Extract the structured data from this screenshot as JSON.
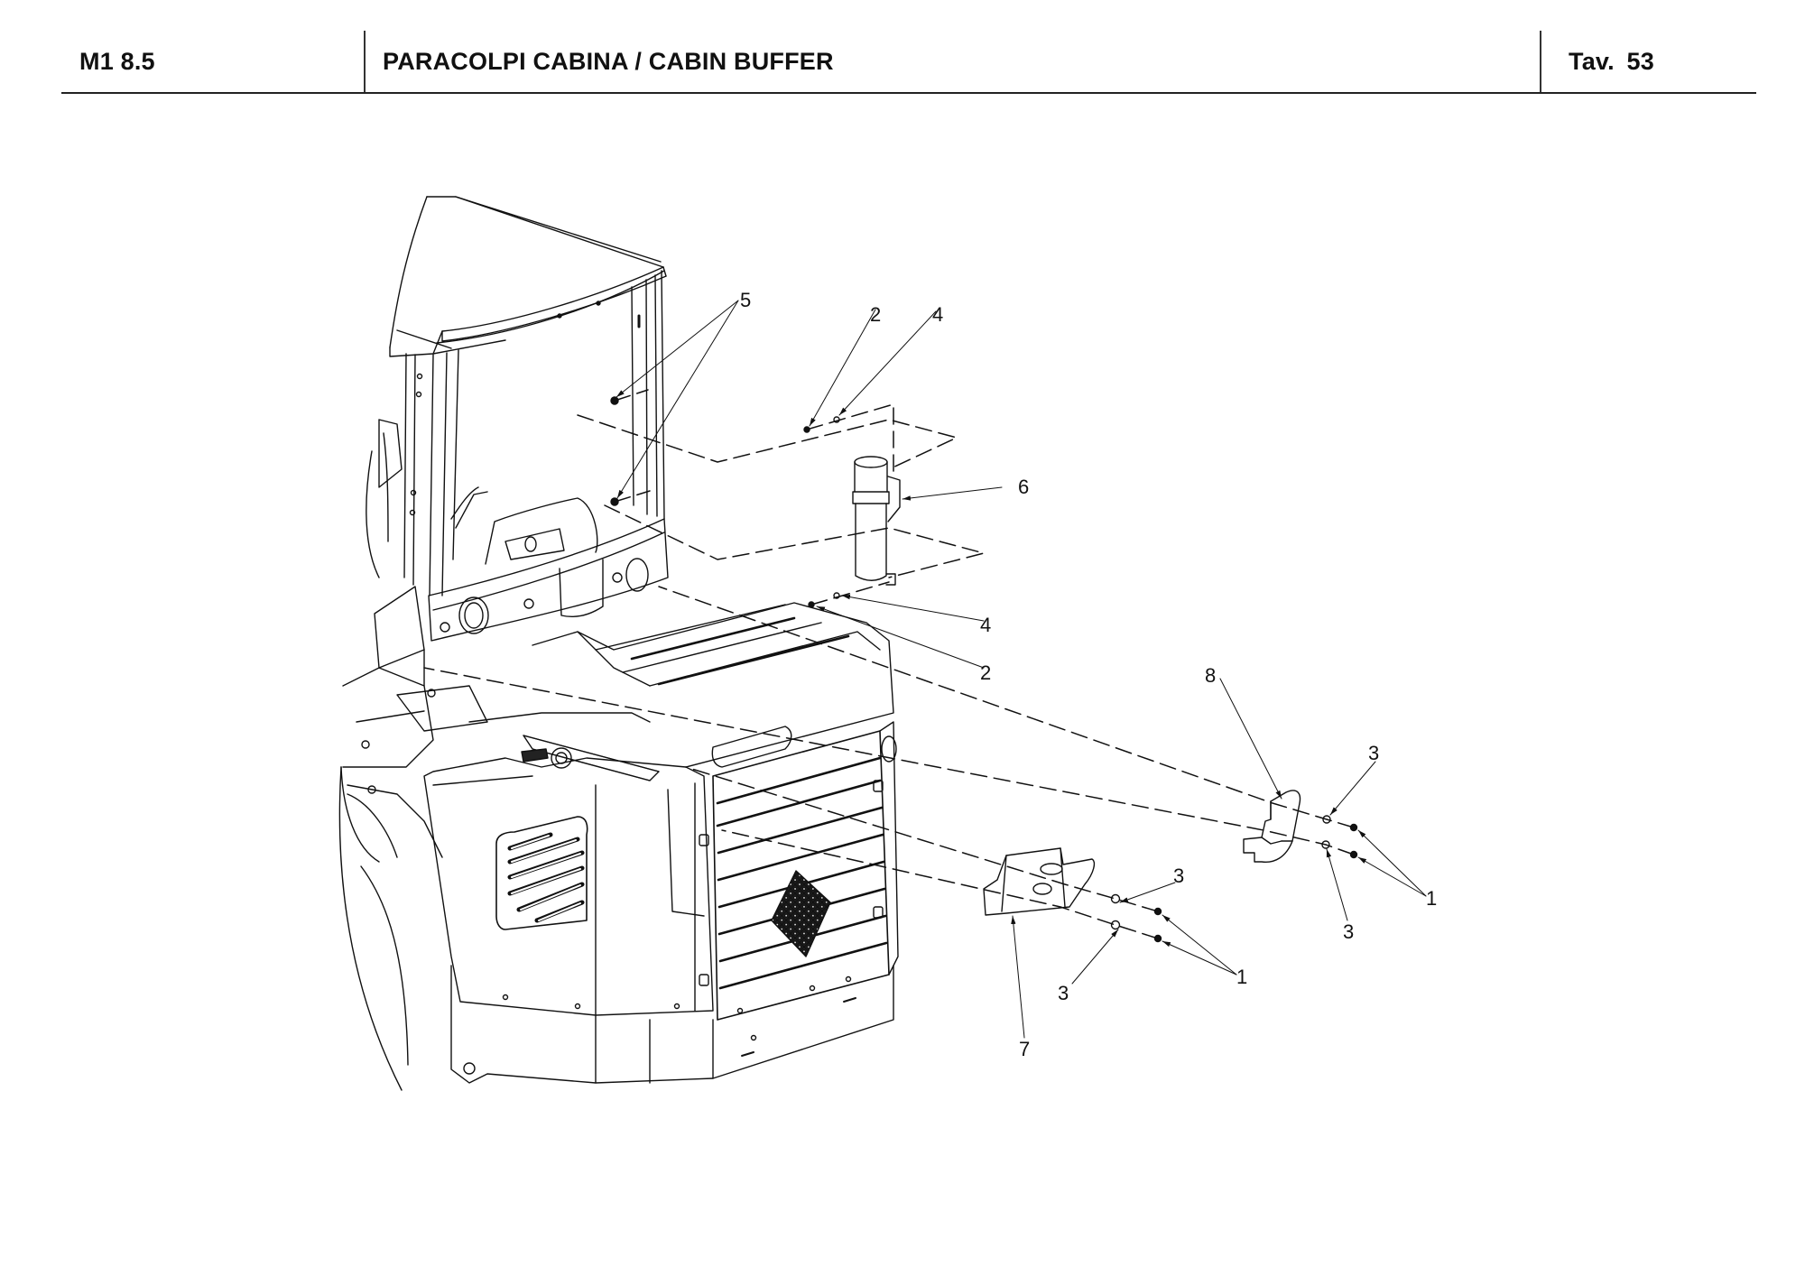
{
  "header": {
    "model_code": "M1 8.5",
    "title": "PARACOLPI CABINA / CABIN BUFFER",
    "table_label": "Tav.  53"
  },
  "diagram": {
    "type": "exploded-parts-view",
    "subject": "cabin buffer assembly",
    "line_color": "#111111",
    "background": "#ffffff",
    "callouts": [
      {
        "id": "callout-5",
        "label": "5",
        "part": "cabin mount fastener"
      },
      {
        "id": "callout-2-top",
        "label": "2",
        "part": "screw"
      },
      {
        "id": "callout-4-top",
        "label": "4",
        "part": "washer"
      },
      {
        "id": "callout-6",
        "label": "6",
        "part": "cylindrical holder with bracket"
      },
      {
        "id": "callout-4-bottom",
        "label": "4",
        "part": "washer"
      },
      {
        "id": "callout-2-bottom",
        "label": "2",
        "part": "screw"
      },
      {
        "id": "callout-8",
        "label": "8",
        "part": "right cabin buffer"
      },
      {
        "id": "callout-3-right-top",
        "label": "3",
        "part": "washer"
      },
      {
        "id": "callout-3-right-bottom",
        "label": "3",
        "part": "washer"
      },
      {
        "id": "callout-1-right",
        "label": "1",
        "part": "bolt"
      },
      {
        "id": "callout-3-left-top",
        "label": "3",
        "part": "washer"
      },
      {
        "id": "callout-3-left-bottom",
        "label": "3",
        "part": "washer"
      },
      {
        "id": "callout-1-left",
        "label": "1",
        "part": "bolt"
      },
      {
        "id": "callout-7",
        "label": "7",
        "part": "left cabin buffer"
      }
    ]
  }
}
